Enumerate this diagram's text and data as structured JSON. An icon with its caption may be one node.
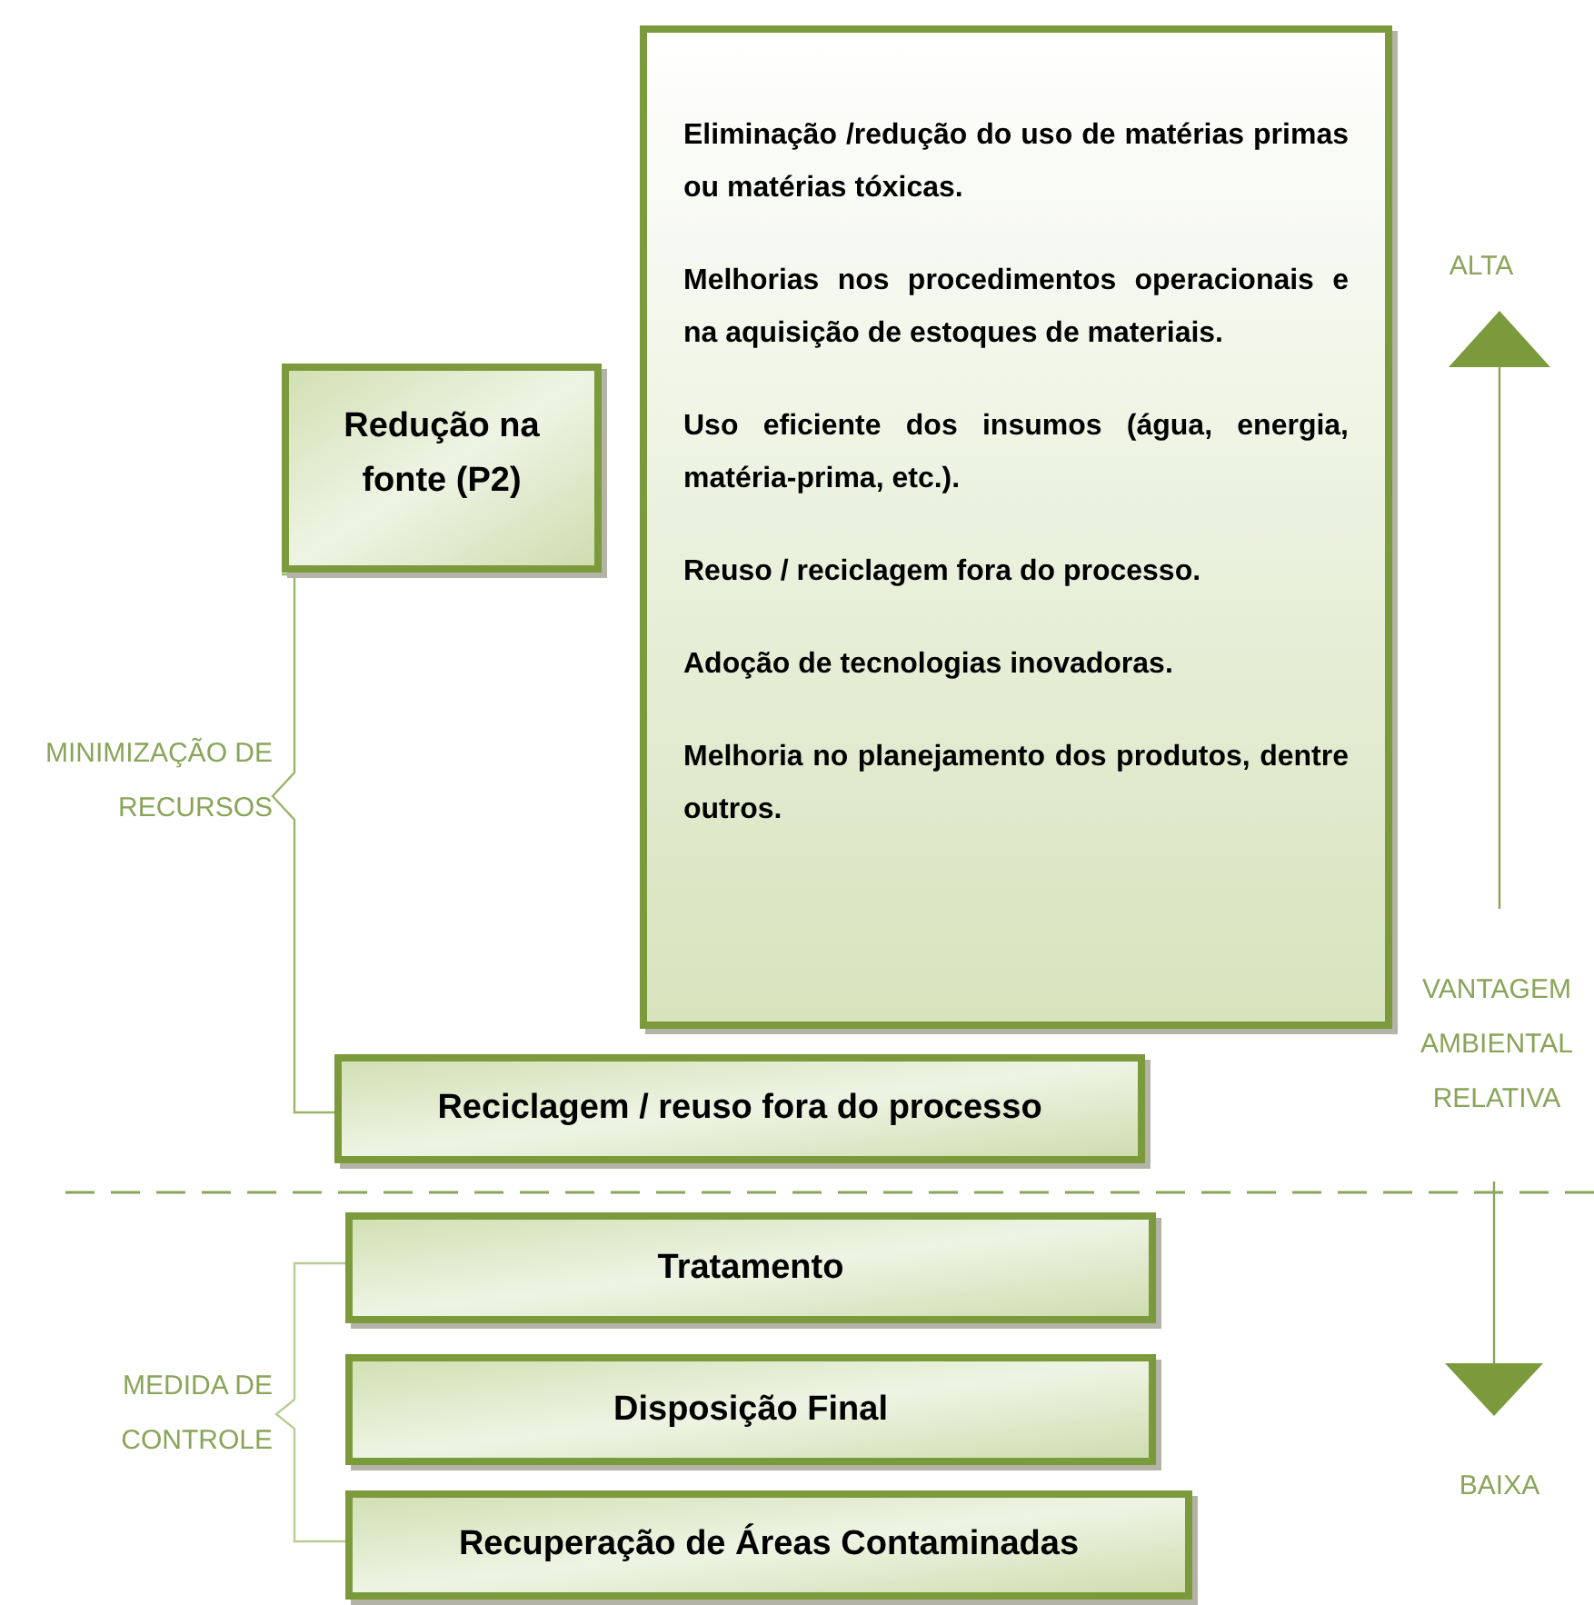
{
  "diagram": {
    "nodes": [
      {
        "text": [
          "Redução na fonte (P2)"
        ]
      },
      {
        "text": [
          "Eliminação /redução do uso de matérias primas ou matérias tóxicas.",
          "Melhorias nos procedimentos operacionais e na aquisição de estoques de materiais.",
          "Uso eficiente dos insumos (água, energia, matéria-prima, etc.).",
          "Reuso / reciclagem fora do processo.",
          "Adoção de tecnologias inovadoras.",
          "Melhoria no planejamento dos produtos, dentre outros."
        ]
      },
      {
        "text": [
          "Reciclagem / reuso fora do processo"
        ]
      },
      {
        "text": [
          "Tratamento"
        ]
      },
      {
        "text": [
          "Disposição Final"
        ]
      },
      {
        "text": [
          "Recuperação de Áreas Contaminadas"
        ]
      }
    ],
    "labels": [
      "ALTA",
      "MINIMIZAÇÃO DE RECURSOS",
      "VANTAGEM AMBIENTAL RELATIVA",
      "MEDIDA DE CONTROLE",
      "BAIXA"
    ]
  }
}
